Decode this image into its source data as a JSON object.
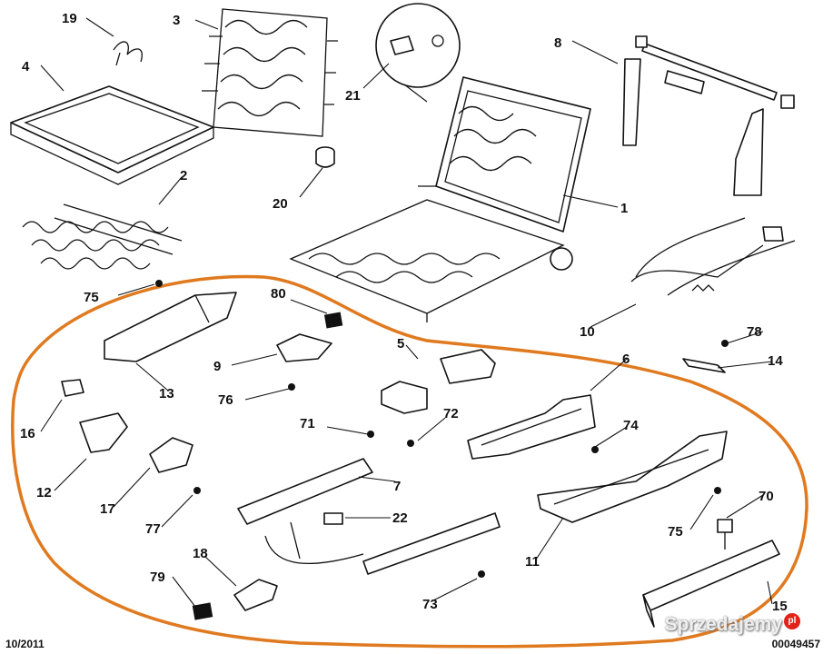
{
  "diagram": {
    "highlight_color": "#e07a20",
    "labels": [
      {
        "id": "19",
        "text": "19"
      },
      {
        "id": "3",
        "text": "3"
      },
      {
        "id": "8",
        "text": "8"
      },
      {
        "id": "4",
        "text": "4"
      },
      {
        "id": "21",
        "text": "21"
      },
      {
        "id": "2",
        "text": "2"
      },
      {
        "id": "20",
        "text": "20"
      },
      {
        "id": "1",
        "text": "1"
      },
      {
        "id": "75a",
        "text": "75"
      },
      {
        "id": "80",
        "text": "80"
      },
      {
        "id": "10",
        "text": "10"
      },
      {
        "id": "78",
        "text": "78"
      },
      {
        "id": "5",
        "text": "5"
      },
      {
        "id": "9",
        "text": "9"
      },
      {
        "id": "13",
        "text": "13"
      },
      {
        "id": "14",
        "text": "14"
      },
      {
        "id": "6",
        "text": "6"
      },
      {
        "id": "76",
        "text": "76"
      },
      {
        "id": "16",
        "text": "16"
      },
      {
        "id": "71",
        "text": "71"
      },
      {
        "id": "72",
        "text": "72"
      },
      {
        "id": "74",
        "text": "74"
      },
      {
        "id": "12",
        "text": "12"
      },
      {
        "id": "7",
        "text": "7"
      },
      {
        "id": "17",
        "text": "17"
      },
      {
        "id": "77",
        "text": "77"
      },
      {
        "id": "70",
        "text": "70"
      },
      {
        "id": "75b",
        "text": "75"
      },
      {
        "id": "22",
        "text": "22"
      },
      {
        "id": "11",
        "text": "11"
      },
      {
        "id": "18",
        "text": "18"
      },
      {
        "id": "79",
        "text": "79"
      },
      {
        "id": "73",
        "text": "73"
      },
      {
        "id": "15",
        "text": "15"
      }
    ]
  },
  "footer": {
    "date": "10/2011",
    "ref": "00049457"
  },
  "watermark": {
    "text": "Sprzedajemy",
    "logo": "pl"
  }
}
